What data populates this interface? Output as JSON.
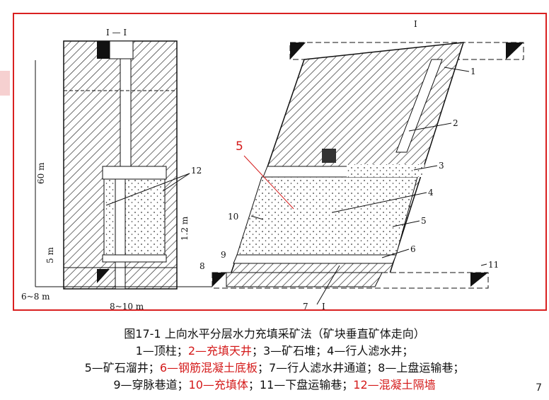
{
  "diagram": {
    "section_label": "I — I",
    "cut_top": "I",
    "cut_bottom": "I",
    "dim_height": "60 m",
    "dim_5m": "5 m",
    "dim_1_2m": "1.2 m",
    "dim_6_8m": "6~8 m",
    "dim_8_10m": "8~10 m",
    "callout_red": "5",
    "numbers": [
      "1",
      "2",
      "3",
      "4",
      "5",
      "6",
      "7",
      "8",
      "9",
      "10",
      "11",
      "12"
    ],
    "colors": {
      "frame": "#d92020",
      "accent": "#d41a1a"
    }
  },
  "caption": {
    "title": "图17-1  上向水平分层水力充填采矿法（矿块垂直矿体走向）",
    "line1": [
      {
        "text": "1—顶柱；",
        "red": false
      },
      {
        "text": "2—充填天井",
        "red": true
      },
      {
        "text": "；3—矿石堆；4—行人滤水井；",
        "red": false
      }
    ],
    "line2": [
      {
        "text": "5—矿石溜井；",
        "red": false
      },
      {
        "text": "6—钢筋混凝土底板",
        "red": true
      },
      {
        "text": "；7—行人滤水井通道；8—上盘运输巷；",
        "red": false
      }
    ],
    "line3": [
      {
        "text": "9—穿脉巷道；",
        "red": false
      },
      {
        "text": "10—充填体",
        "red": true
      },
      {
        "text": "；11—下盘运输巷；",
        "red": false
      },
      {
        "text": "12—混凝土隔墙",
        "red": true
      }
    ]
  },
  "page_number": "7"
}
